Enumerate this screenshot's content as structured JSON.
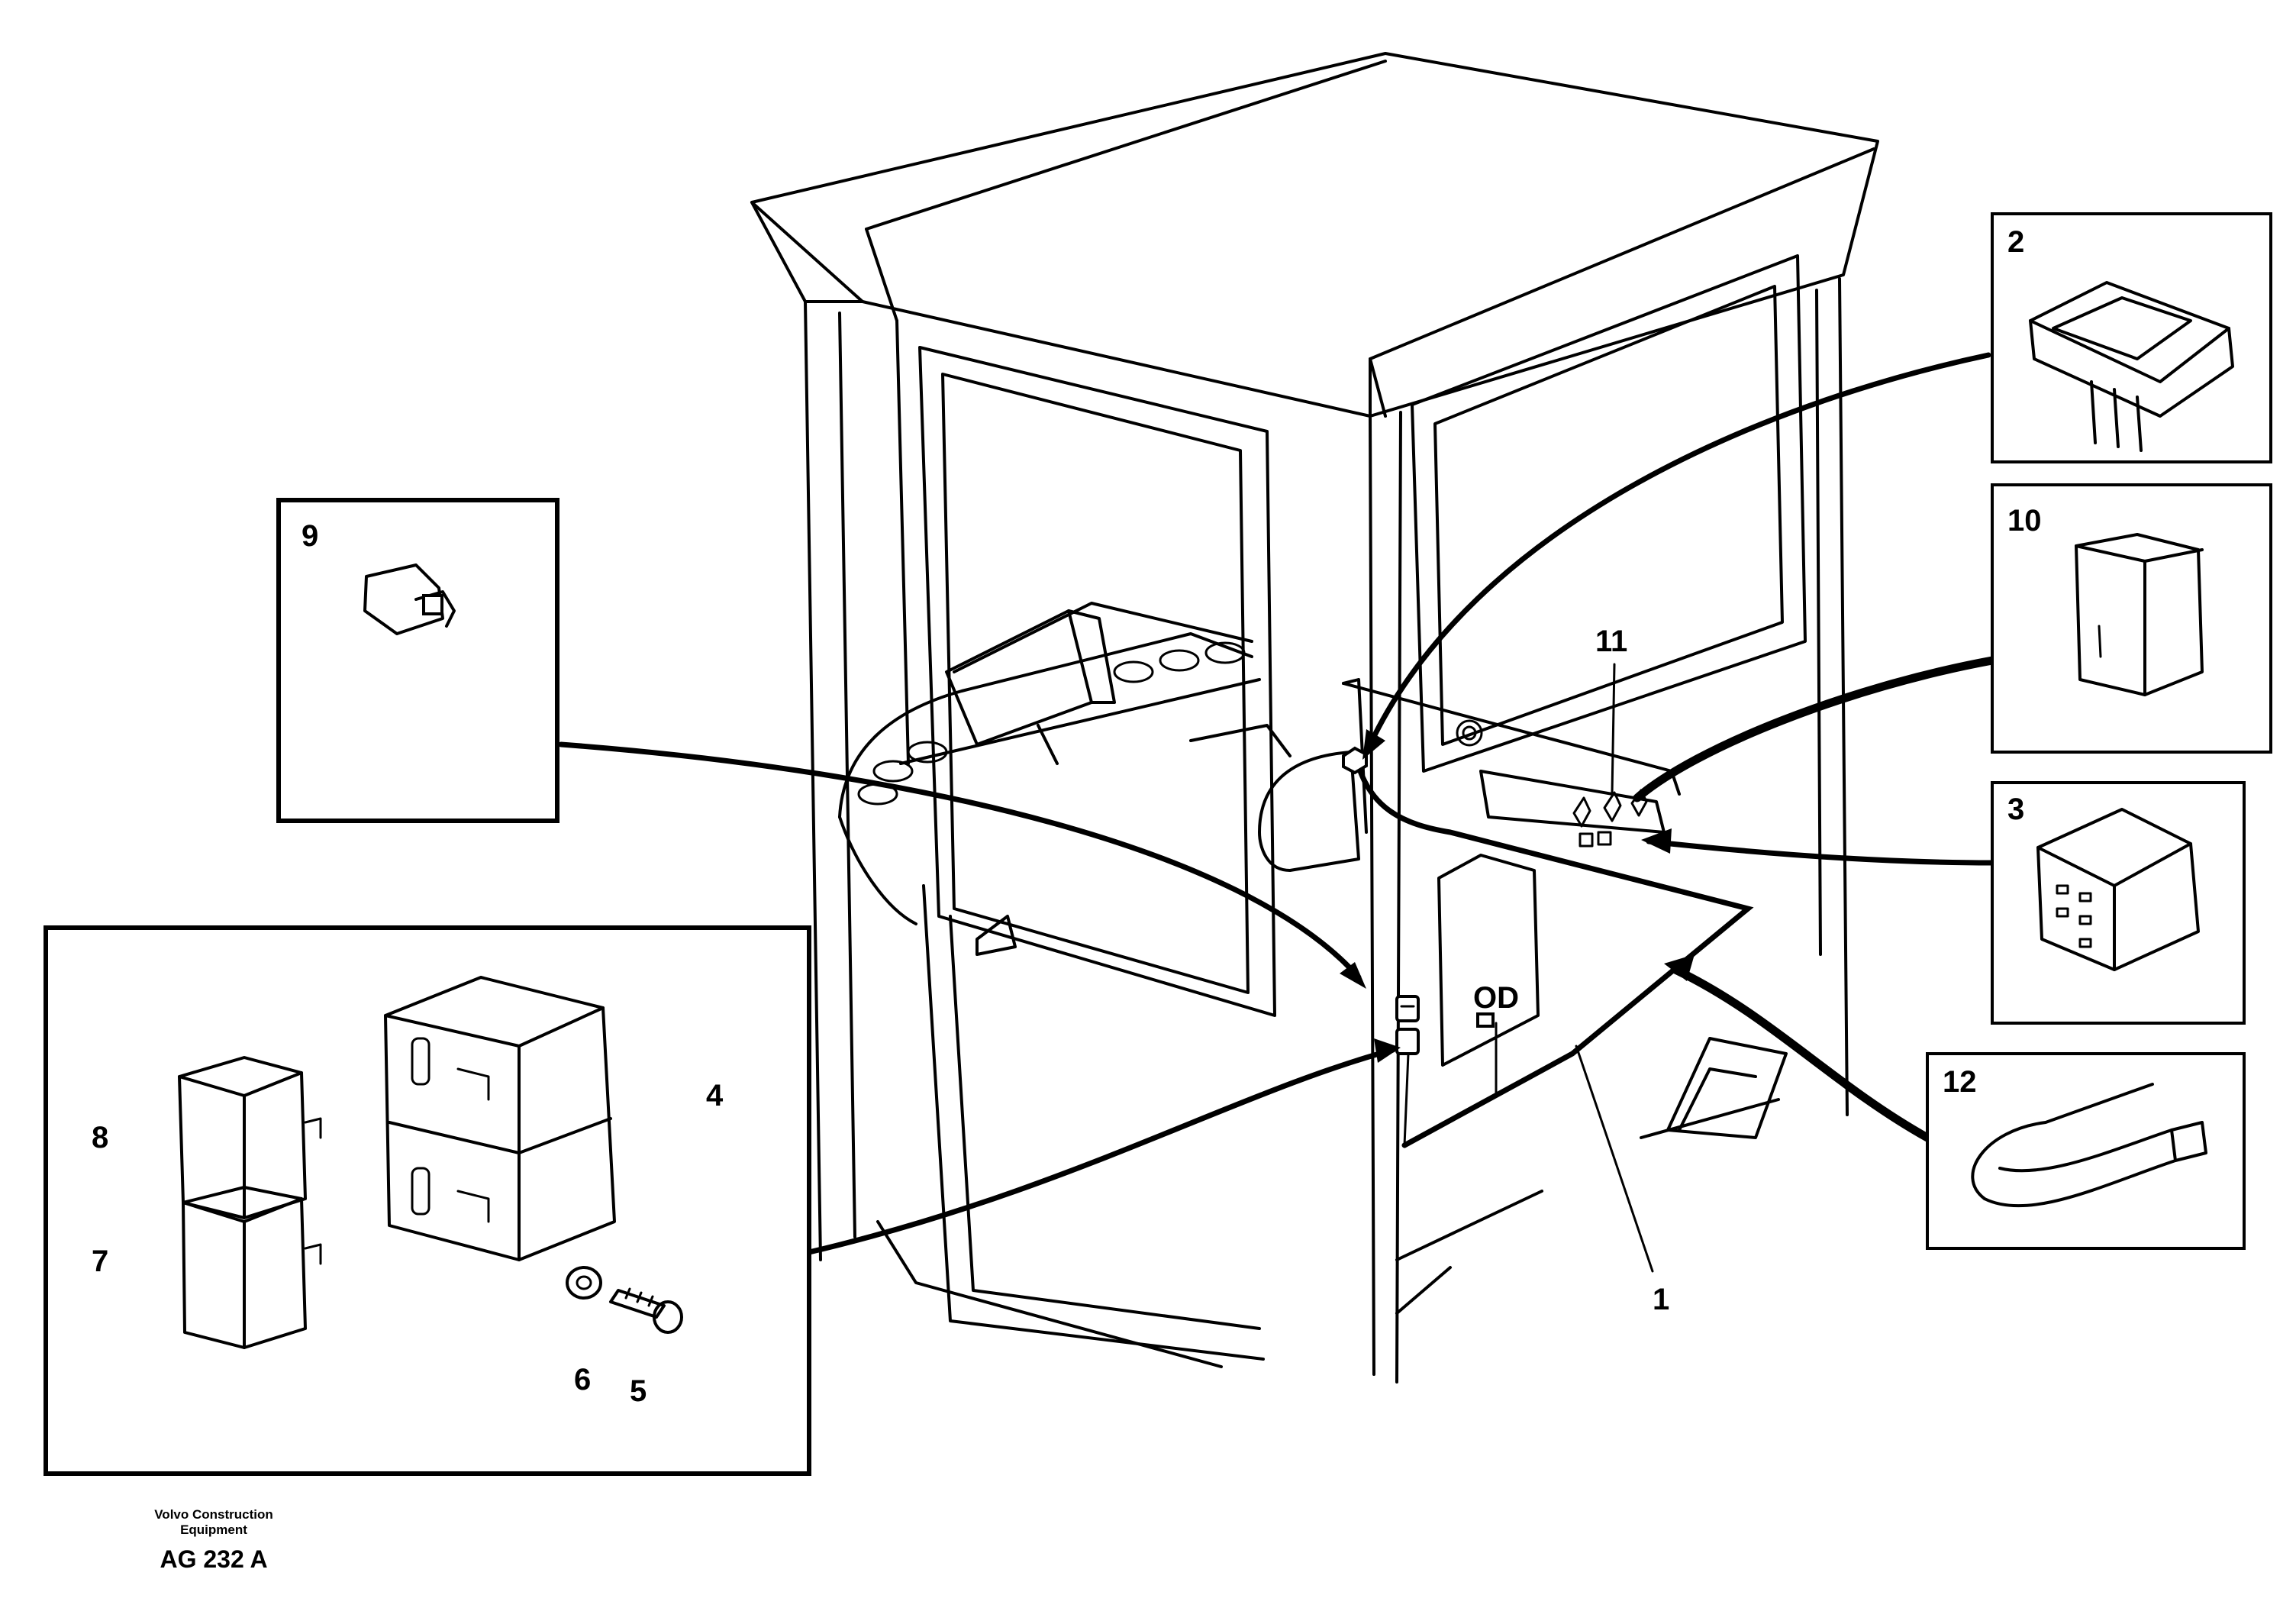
{
  "callouts": {
    "c1": "1",
    "c2": "2",
    "c3": "3",
    "c4": "4",
    "c5": "5",
    "c6": "6",
    "c7": "7",
    "c8": "8",
    "c9": "9",
    "c10": "10",
    "c11": "11",
    "c12": "12"
  },
  "marking": "OD",
  "footer": {
    "credit_line1": "Volvo Construction",
    "credit_line2": "Equipment",
    "drawing_code": "AG 232 A"
  }
}
